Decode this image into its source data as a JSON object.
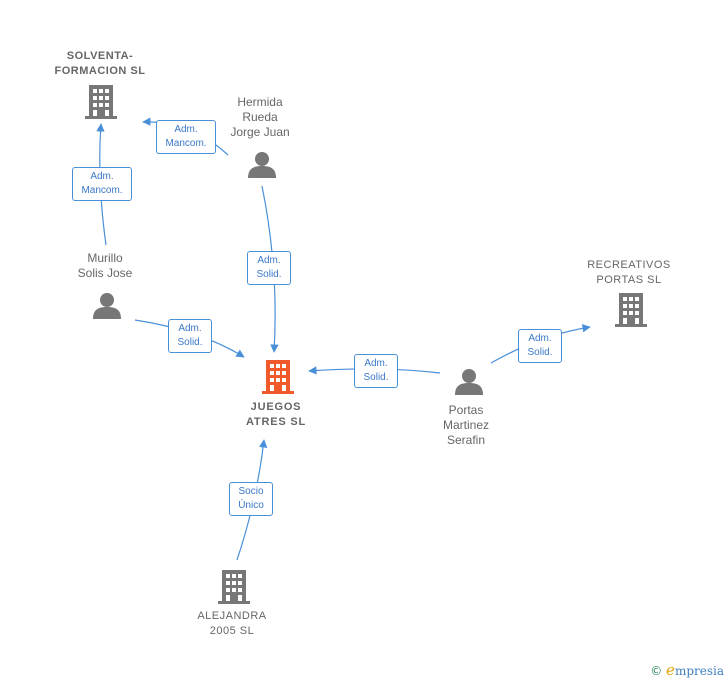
{
  "colors": {
    "edge": "#4a90d9",
    "node": "#777777",
    "main_node": "#f05a2a"
  },
  "nodes": {
    "solventa": {
      "name": "SOLVENTA-\nFORMACION SL",
      "type": "company"
    },
    "hermida": {
      "name": "Hermida\nRueda\nJorge Juan",
      "type": "person"
    },
    "murillo": {
      "name": "Murillo\nSolis Jose",
      "type": "person"
    },
    "juegos": {
      "name": "JUEGOS\nATRES  SL",
      "type": "company-main"
    },
    "recreativos": {
      "name": "RECREATIVOS\nPORTAS  SL",
      "type": "company"
    },
    "portas": {
      "name": "Portas\nMartinez\nSerafin",
      "type": "person"
    },
    "alejandra": {
      "name": "ALEJANDRA\n2005  SL",
      "type": "company"
    }
  },
  "edges": {
    "hermida_solventa": "Adm.\nMancom.",
    "murillo_solventa": "Adm.\nMancom.",
    "hermida_juegos": "Adm.\nSolid.",
    "murillo_juegos": "Adm.\nSolid.",
    "portas_juegos": "Adm.\nSolid.",
    "portas_recreativos": "Adm.\nSolid.",
    "alejandra_juegos": "Socio\nÚnico"
  },
  "brand": {
    "copyright": "©",
    "name_initial": "e",
    "name_rest": "mpresia"
  }
}
